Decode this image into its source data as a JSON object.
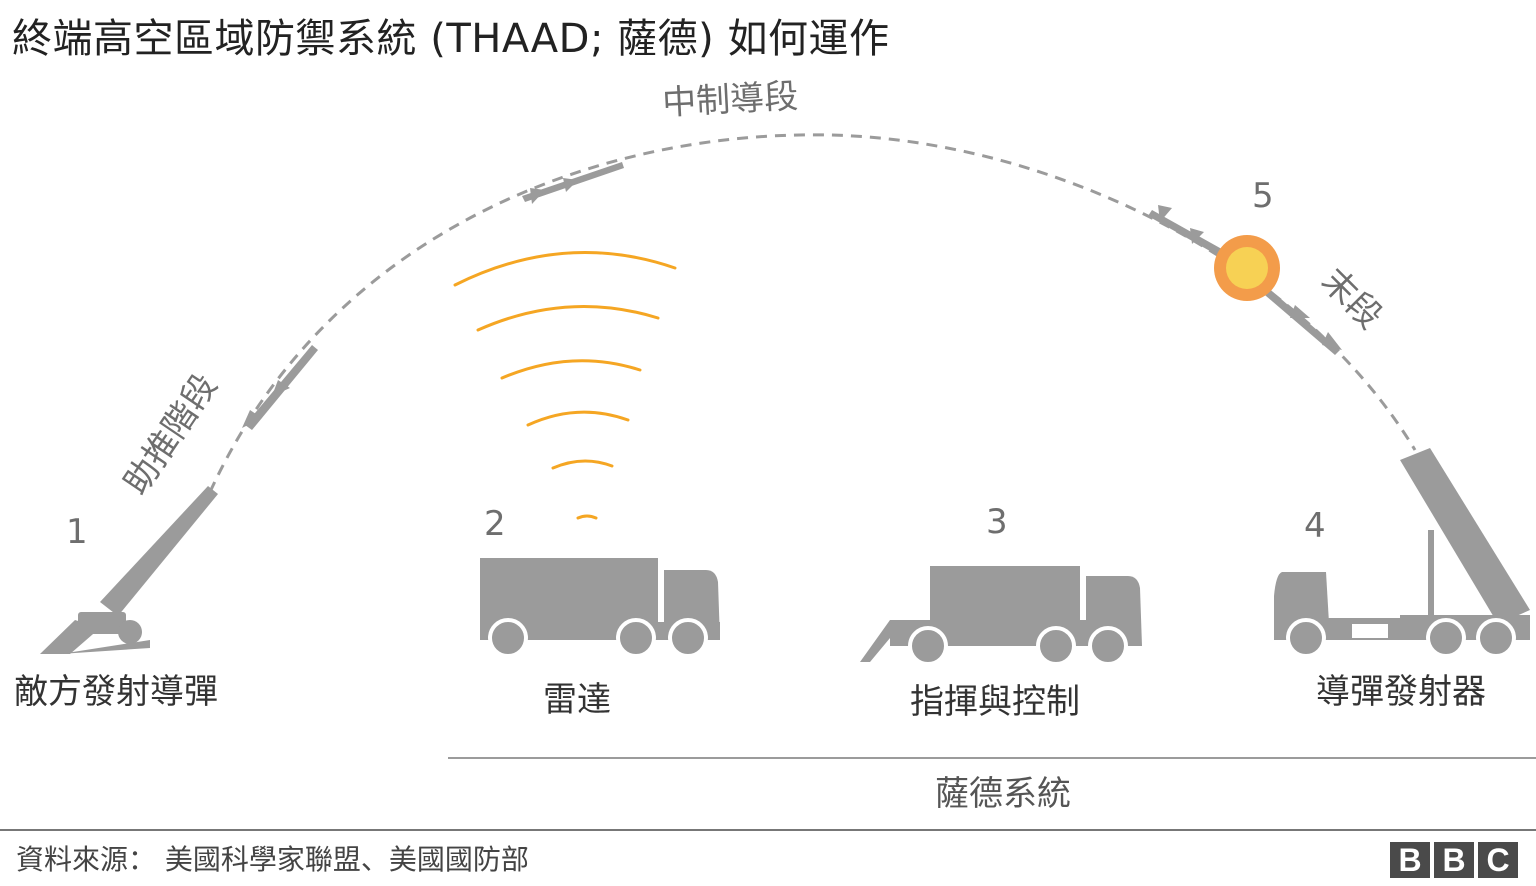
{
  "title": "終端高空區域防禦系統 (THAAD; 薩德) 如何運作",
  "phases": {
    "boost": "助推階段",
    "midcourse": "中制導段",
    "terminal": "末段"
  },
  "steps": [
    {
      "num": "1",
      "label": "敵方發射導彈"
    },
    {
      "num": "2",
      "label": "雷達"
    },
    {
      "num": "3",
      "label": "指揮與控制"
    },
    {
      "num": "4",
      "label": "導彈發射器"
    },
    {
      "num": "5",
      "label": ""
    }
  ],
  "system_label": "薩德系統",
  "source": "資料來源： 美國科學家聯盟、美國國防部",
  "logo": [
    "B",
    "B",
    "C"
  ],
  "colors": {
    "vehicle_gray": "#9b9b9b",
    "trajectory": "#999999",
    "radar_waves": "#f5a623",
    "explosion_outer": "#f39c4a",
    "explosion_inner": "#f7d154",
    "logo_bg": "#4a4a4a"
  },
  "icons": [
    "missile-icon",
    "radar-truck-icon",
    "command-truck-icon",
    "launcher-truck-icon",
    "explosion-icon",
    "radar-wave-icon"
  ]
}
